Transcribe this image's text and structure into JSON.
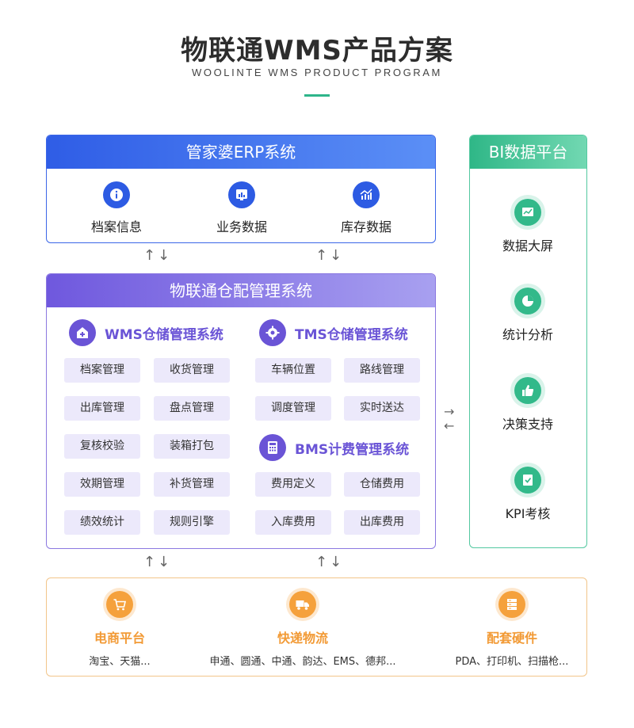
{
  "header": {
    "title": "物联通WMS产品方案",
    "subtitle": "WOOLINTE WMS PRODUCT PROGRAM"
  },
  "erp": {
    "title": "管家婆ERP系统",
    "items": [
      {
        "label": "档案信息",
        "icon": "info-icon"
      },
      {
        "label": "业务数据",
        "icon": "chart-icon"
      },
      {
        "label": "库存数据",
        "icon": "trend-icon"
      }
    ]
  },
  "wms": {
    "title": "物联通仓配管理系统",
    "wms_section": {
      "title": "WMS仓储管理系统",
      "items": [
        "档案管理",
        "收货管理",
        "出库管理",
        "盘点管理",
        "复核校验",
        "装箱打包",
        "效期管理",
        "补货管理",
        "绩效统计",
        "规则引擎"
      ]
    },
    "tms_section": {
      "title": "TMS仓储管理系统",
      "items": [
        "车辆位置",
        "路线管理",
        "调度管理",
        "实时送达"
      ]
    },
    "bms_section": {
      "title": "BMS计费管理系统",
      "items": [
        "费用定义",
        "仓储费用",
        "入库费用",
        "出库费用"
      ]
    }
  },
  "bi": {
    "title": "BI数据平台",
    "items": [
      {
        "label": "数据大屏",
        "icon": "dashboard-icon"
      },
      {
        "label": "统计分析",
        "icon": "pie-icon"
      },
      {
        "label": "决策支持",
        "icon": "thumbs-up-icon"
      },
      {
        "label": "KPI考核",
        "icon": "check-doc-icon"
      }
    ]
  },
  "bottom": {
    "items": [
      {
        "title": "电商平台",
        "desc": "淘宝、天猫...",
        "icon": "cart-icon"
      },
      {
        "title": "快递物流",
        "desc": "申通、圆通、中通、韵达、EMS、德邦...",
        "icon": "truck-icon"
      },
      {
        "title": "配套硬件",
        "desc": "PDA、打印机、扫描枪...",
        "icon": "server-icon"
      }
    ]
  },
  "colors": {
    "erp": "#2f5de6",
    "wms": "#6a54d6",
    "bi": "#32b98a",
    "bottom": "#f5a13c",
    "accent_line": "#2eb58a"
  }
}
